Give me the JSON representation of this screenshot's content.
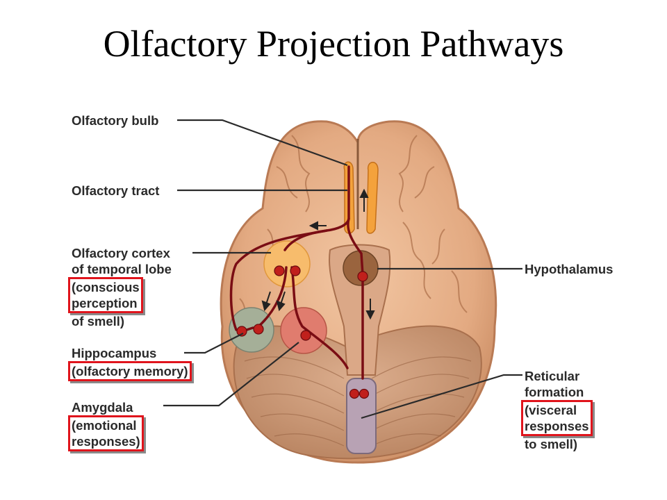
{
  "title": "Olfactory Projection Pathways",
  "labels": {
    "olfactory_bulb": "Olfactory bulb",
    "olfactory_tract": "Olfactory tract",
    "olfactory_cortex": [
      "Olfactory cortex",
      "of temporal lobe"
    ],
    "olfactory_cortex_note": [
      "(conscious",
      "perception",
      "of smell)"
    ],
    "hypothalamus": "Hypothalamus",
    "hippocampus": "Hippocampus",
    "hippocampus_note": "(olfactory memory)",
    "amygdala": "Amygdala",
    "amygdala_note": [
      "(emotional",
      "responses)"
    ],
    "reticular_formation": [
      "Reticular",
      "formation"
    ],
    "reticular_note": [
      "(visceral",
      "responses",
      "to smell)"
    ]
  },
  "colors": {
    "brain": "#e3aa82",
    "brain_dark": "#b97a54",
    "pathway": "#7a0d14",
    "neuron": "#c0201c",
    "cortex": "#f7bc6c",
    "hypothalamus": "#9a643e",
    "hippocampus": "#a5af98",
    "amygdala": "#e07c6e",
    "brainstem": "#b8a2b4",
    "highlight_box": "#e0141c"
  }
}
